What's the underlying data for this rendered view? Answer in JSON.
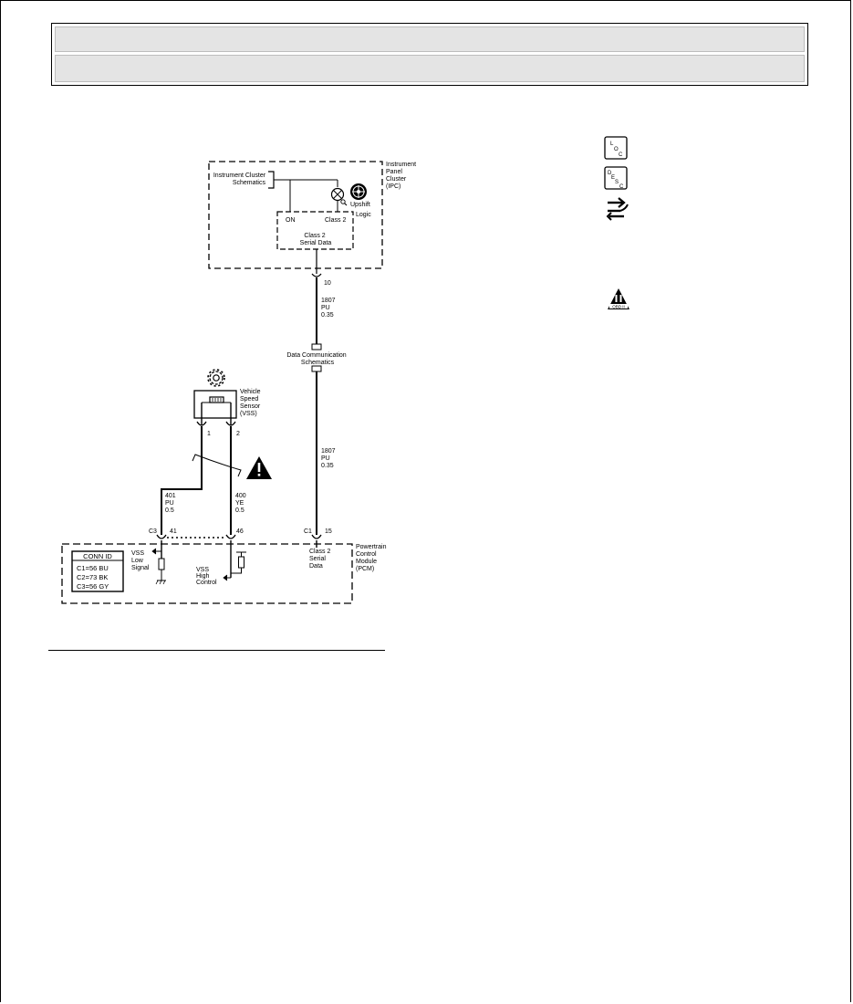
{
  "header": {
    "line1": "",
    "line2": ""
  },
  "ipc": {
    "name_lines": [
      "Instrument",
      "Panel",
      "Cluster",
      "(IPC)"
    ],
    "schematic_ref_lines": [
      "Instrument Cluster",
      "Schematics"
    ],
    "pin_on": "ON",
    "pin_class2": "Class 2",
    "upshift_label": "Upshift",
    "logic_label": "Logic",
    "serial_lines": [
      "Class 2",
      "Serial Data"
    ],
    "pin_number": "10"
  },
  "wire_upper": {
    "lines": [
      "1807",
      "PU",
      "0.35"
    ]
  },
  "dcs": {
    "lines": [
      "Data Communication",
      "Schematics"
    ]
  },
  "wire_lower": {
    "lines": [
      "1807",
      "PU",
      "0.35"
    ]
  },
  "vss": {
    "name_lines": [
      "Vehicle",
      "Speed",
      "Sensor",
      "(VSS)"
    ],
    "pin1": "1",
    "pin2": "2"
  },
  "wire_401": {
    "lines": [
      "401",
      "PU",
      "0.5"
    ]
  },
  "wire_400": {
    "lines": [
      "400",
      "YE",
      "0.5"
    ]
  },
  "pcm": {
    "conn_c3": "C3",
    "pin_41": "41",
    "pin_46": "46",
    "conn_c1": "C1",
    "pin_15": "15",
    "name_lines": [
      "Powertrain",
      "Control",
      "Module",
      "(PCM)"
    ],
    "vss_low_lines": [
      "VSS",
      "Low",
      "Signal"
    ],
    "vss_high_lines": [
      "VSS",
      "High",
      "Control"
    ],
    "serial_lines": [
      "Class 2",
      "Serial",
      "Data"
    ]
  },
  "conn_id": {
    "title": "CONN ID",
    "rows": [
      "C1=56 BU",
      "C2=73 BK",
      "C3=56 GY"
    ]
  },
  "icons": {
    "loc": {
      "letters": [
        "L",
        "O",
        "C"
      ]
    },
    "desc": {
      "letters": [
        "D",
        "E",
        "S",
        "C"
      ]
    },
    "obd_label": "OBD II"
  }
}
